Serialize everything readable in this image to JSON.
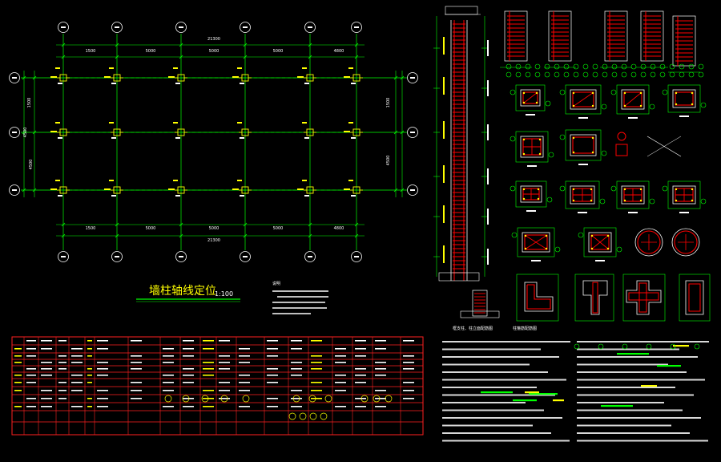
{
  "plan": {
    "title": "墙柱轴线定位",
    "scale": "1:100",
    "top_overall_dim": "21300",
    "bottom_overall_dim": "21300",
    "top_bay_dims": [
      "1500",
      "5000",
      "5000",
      "5000",
      "4800"
    ],
    "bottom_bay_dims": [
      "1500",
      "5000",
      "5000",
      "5000",
      "4800"
    ],
    "left_dims": [
      "1500",
      "4500",
      "4500"
    ],
    "right_dims": [
      "1500",
      "4500"
    ]
  },
  "notes_title": "说明",
  "section_labels": {
    "column_elevation": "框支柱、柱立面配筋图",
    "joint_detail": "柱箍筋配筋图"
  },
  "colors": {
    "background": "#000000",
    "line_green": "#00ff00",
    "text_yellow": "#ffff00",
    "text_white": "#ffffff",
    "rebar_red": "#ff0000",
    "table_red": "#ff2020",
    "axis_circle": "#ffffff"
  }
}
